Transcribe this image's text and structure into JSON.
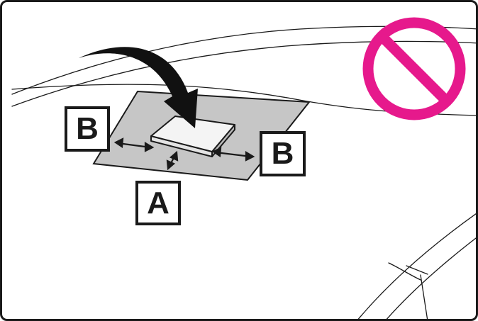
{
  "labels": {
    "clearance_left": "B",
    "clearance_right": "B",
    "mat_area": "A"
  },
  "colors": {
    "prohibition": "#e6198c",
    "mat_fill": "#c6c6c6",
    "line": "#1a1a1a"
  },
  "icons": [
    "prohibition-icon",
    "curved-arrow-icon",
    "double-arrow-icon"
  ]
}
